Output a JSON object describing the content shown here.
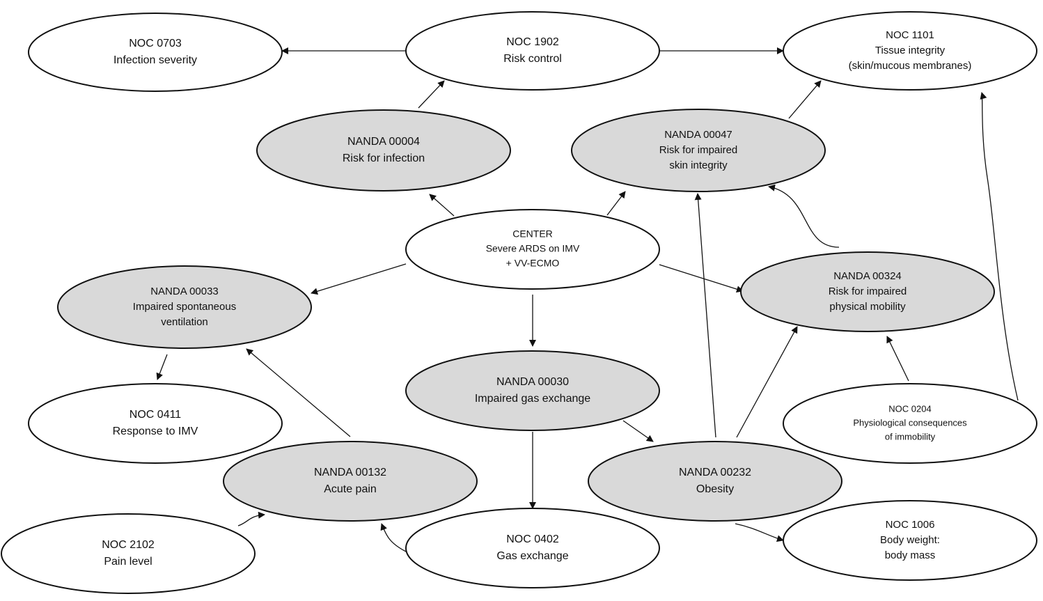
{
  "diagram": {
    "colors": {
      "nanda_fill": "#d9d9d9",
      "noc_fill": "#ffffff",
      "center_fill": "#ffffff",
      "stroke": "#111111"
    },
    "nodes": [
      {
        "id": "noc-0703",
        "kind": "noc",
        "lines": [
          "NOC 0703",
          "Infection severity"
        ]
      },
      {
        "id": "noc-1902",
        "kind": "noc",
        "lines": [
          "NOC 1902",
          "Risk control"
        ]
      },
      {
        "id": "noc-1101",
        "kind": "noc",
        "lines": [
          "NOC 1101",
          "Tissue integrity",
          "(skin/mucous membranes)"
        ]
      },
      {
        "id": "nanda-00004",
        "kind": "nanda",
        "lines": [
          "NANDA 00004",
          "Risk for infection"
        ]
      },
      {
        "id": "nanda-00047",
        "kind": "nanda",
        "lines": [
          "NANDA 00047",
          "Risk for impaired",
          "skin integrity"
        ]
      },
      {
        "id": "center",
        "kind": "center",
        "lines": [
          "CENTER",
          "Severe ARDS on IMV",
          "+ VV-ECMO"
        ]
      },
      {
        "id": "nanda-00033",
        "kind": "nanda",
        "lines": [
          "NANDA 00033",
          "Impaired spontaneous",
          "ventilation"
        ]
      },
      {
        "id": "nanda-00324",
        "kind": "nanda",
        "lines": [
          "NANDA 00324",
          "Risk for impaired",
          "physical mobility"
        ]
      },
      {
        "id": "nanda-00030",
        "kind": "nanda",
        "lines": [
          "NANDA 00030",
          "Impaired gas exchange"
        ]
      },
      {
        "id": "noc-0411",
        "kind": "noc",
        "lines": [
          "NOC 0411",
          "Response to IMV"
        ]
      },
      {
        "id": "noc-0204",
        "kind": "noc",
        "lines": [
          "NOC 0204",
          "Physiological consequences",
          "of immobility"
        ]
      },
      {
        "id": "nanda-00132",
        "kind": "nanda",
        "lines": [
          "NANDA 00132",
          "Acute pain"
        ]
      },
      {
        "id": "nanda-00232",
        "kind": "nanda",
        "lines": [
          "NANDA 00232",
          "Obesity"
        ]
      },
      {
        "id": "noc-2102",
        "kind": "noc",
        "lines": [
          "NOC 2102",
          "Pain level"
        ]
      },
      {
        "id": "noc-0402",
        "kind": "noc",
        "lines": [
          "NOC 0402",
          "Gas exchange"
        ]
      },
      {
        "id": "noc-1006",
        "kind": "noc",
        "lines": [
          "NOC 1006",
          "Body weight:",
          "body mass"
        ]
      }
    ],
    "edges": [
      {
        "from": "noc-1902",
        "to": "noc-0703"
      },
      {
        "from": "noc-1902",
        "to": "noc-1101"
      },
      {
        "from": "nanda-00004",
        "to": "noc-1902"
      },
      {
        "from": "nanda-00047",
        "to": "noc-1101"
      },
      {
        "from": "center",
        "to": "nanda-00004"
      },
      {
        "from": "center",
        "to": "nanda-00047"
      },
      {
        "from": "center",
        "to": "nanda-00033"
      },
      {
        "from": "center",
        "to": "nanda-00324"
      },
      {
        "from": "center",
        "to": "nanda-00030"
      },
      {
        "from": "nanda-00033",
        "to": "noc-0411"
      },
      {
        "from": "nanda-00132",
        "to": "nanda-00033"
      },
      {
        "from": "nanda-00030",
        "to": "nanda-00232"
      },
      {
        "from": "nanda-00030",
        "to": "noc-0402"
      },
      {
        "from": "nanda-00232",
        "to": "nanda-00047"
      },
      {
        "from": "nanda-00232",
        "to": "nanda-00324"
      },
      {
        "from": "nanda-00232",
        "to": "noc-1006"
      },
      {
        "from": "nanda-00324",
        "to": "nanda-00047"
      },
      {
        "from": "noc-0204",
        "to": "nanda-00324"
      },
      {
        "from": "noc-0204",
        "to": "noc-1101"
      },
      {
        "from": "noc-2102",
        "to": "nanda-00132"
      },
      {
        "from": "noc-0402",
        "to": "nanda-00132"
      }
    ]
  }
}
